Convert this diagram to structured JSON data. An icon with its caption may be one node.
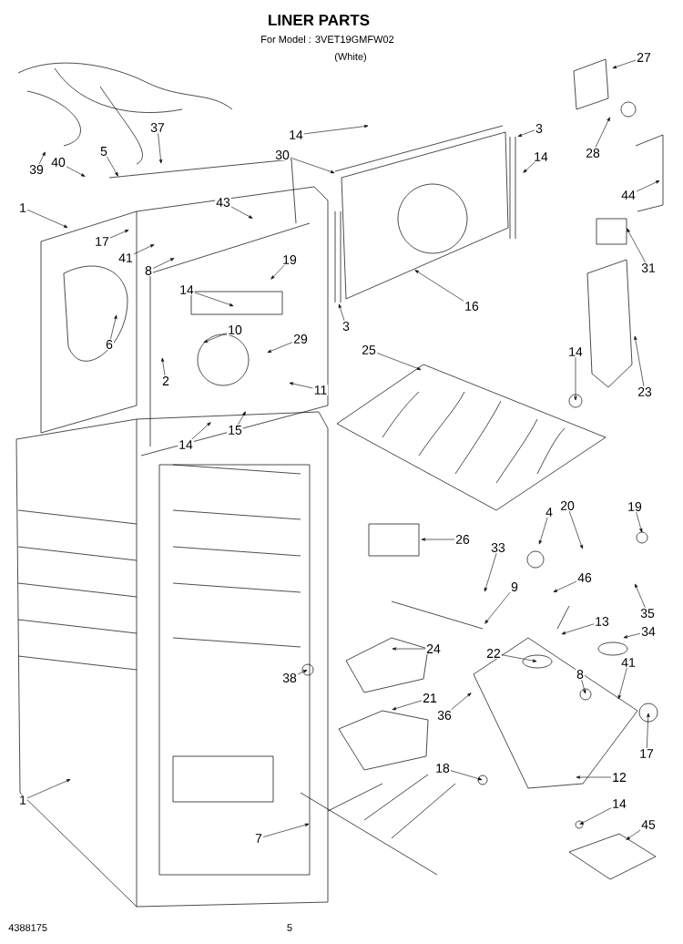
{
  "diagram": {
    "title": "LINER PARTS",
    "nodes": [
      {
        "text": [
          "27"
        ]
      },
      {
        "text": [
          "14"
        ]
      },
      {
        "text": [
          "3"
        ]
      },
      {
        "text": [
          "14"
        ]
      },
      {
        "text": [
          "28"
        ]
      },
      {
        "text": [
          "30"
        ]
      },
      {
        "text": [
          "37"
        ]
      },
      {
        "text": [
          "39"
        ]
      },
      {
        "text": [
          "40"
        ]
      },
      {
        "text": [
          "5"
        ]
      },
      {
        "text": [
          "1"
        ]
      },
      {
        "text": [
          "43"
        ]
      },
      {
        "text": [
          "44"
        ]
      },
      {
        "text": [
          "17"
        ]
      },
      {
        "text": [
          "41"
        ]
      },
      {
        "text": [
          "8"
        ]
      },
      {
        "text": [
          "19"
        ]
      },
      {
        "text": [
          "31"
        ]
      },
      {
        "text": [
          "14"
        ]
      },
      {
        "text": [
          "16"
        ]
      },
      {
        "text": [
          "3"
        ]
      },
      {
        "text": [
          "10"
        ]
      },
      {
        "text": [
          "29"
        ]
      },
      {
        "text": [
          "6"
        ]
      },
      {
        "text": [
          "25"
        ]
      },
      {
        "text": [
          "14"
        ]
      },
      {
        "text": [
          "2"
        ]
      },
      {
        "text": [
          "11"
        ]
      },
      {
        "text": [
          "23"
        ]
      },
      {
        "text": [
          "15"
        ]
      },
      {
        "text": [
          "14"
        ]
      },
      {
        "text": [
          "19"
        ]
      },
      {
        "text": [
          "20"
        ]
      },
      {
        "text": [
          "4"
        ]
      },
      {
        "text": [
          "26"
        ]
      },
      {
        "text": [
          "33"
        ]
      },
      {
        "text": [
          "9"
        ]
      },
      {
        "text": [
          "46"
        ]
      },
      {
        "text": [
          "35"
        ]
      },
      {
        "text": [
          "13"
        ]
      },
      {
        "text": [
          "34"
        ]
      },
      {
        "text": [
          "24"
        ]
      },
      {
        "text": [
          "22"
        ]
      },
      {
        "text": [
          "38"
        ]
      },
      {
        "text": [
          "8"
        ]
      },
      {
        "text": [
          "41"
        ]
      },
      {
        "text": [
          "21"
        ]
      },
      {
        "text": [
          "36"
        ]
      },
      {
        "text": [
          "17"
        ]
      },
      {
        "text": [
          "18"
        ]
      },
      {
        "text": [
          "12"
        ]
      },
      {
        "text": [
          "1"
        ]
      },
      {
        "text": [
          "14"
        ]
      },
      {
        "text": [
          "45"
        ]
      },
      {
        "text": [
          "7"
        ]
      }
    ],
    "edges": [
      {
        "from": 0,
        "to": null,
        "arrow": "to"
      },
      {
        "from": 1,
        "to": null,
        "arrow": "to"
      },
      {
        "from": 2,
        "to": null,
        "arrow": "to"
      },
      {
        "from": 3,
        "to": null,
        "arrow": "to"
      },
      {
        "from": 4,
        "to": null,
        "arrow": "to"
      },
      {
        "from": 5,
        "to": null,
        "arrow": "to"
      },
      {
        "from": 6,
        "to": null,
        "arrow": "to"
      },
      {
        "from": 7,
        "to": null,
        "arrow": "to"
      },
      {
        "from": 8,
        "to": null,
        "arrow": "to"
      },
      {
        "from": 9,
        "to": null,
        "arrow": "to"
      },
      {
        "from": 10,
        "to": null,
        "arrow": "to"
      },
      {
        "from": 11,
        "to": null,
        "arrow": "to"
      },
      {
        "from": 12,
        "to": null,
        "arrow": "to"
      },
      {
        "from": 13,
        "to": null,
        "arrow": "to"
      },
      {
        "from": 14,
        "to": null,
        "arrow": "to"
      },
      {
        "from": 15,
        "to": null,
        "arrow": "to"
      },
      {
        "from": 16,
        "to": null,
        "arrow": "to"
      },
      {
        "from": 17,
        "to": null,
        "arrow": "to"
      },
      {
        "from": 18,
        "to": null,
        "arrow": "to"
      },
      {
        "from": 19,
        "to": null,
        "arrow": "to"
      },
      {
        "from": 20,
        "to": null,
        "arrow": "to"
      },
      {
        "from": 21,
        "to": null,
        "arrow": "to"
      },
      {
        "from": 22,
        "to": null,
        "arrow": "to"
      },
      {
        "from": 23,
        "to": null,
        "arrow": "to"
      },
      {
        "from": 24,
        "to": null,
        "arrow": "to"
      },
      {
        "from": 25,
        "to": null,
        "arrow": "to"
      },
      {
        "from": 26,
        "to": null,
        "arrow": "to"
      },
      {
        "from": 27,
        "to": null,
        "arrow": "to"
      },
      {
        "from": 28,
        "to": null,
        "arrow": "to"
      },
      {
        "from": 29,
        "to": null,
        "arrow": "to"
      },
      {
        "from": 30,
        "to": null,
        "arrow": "to"
      },
      {
        "from": 31,
        "to": null,
        "arrow": "to"
      },
      {
        "from": 32,
        "to": null,
        "arrow": "to"
      },
      {
        "from": 33,
        "to": null,
        "arrow": "to"
      },
      {
        "from": 34,
        "to": null,
        "arrow": "to"
      },
      {
        "from": 35,
        "to": null,
        "arrow": "to"
      },
      {
        "from": 36,
        "to": null,
        "arrow": "to"
      },
      {
        "from": 37,
        "to": null,
        "arrow": "to"
      },
      {
        "from": 38,
        "to": null,
        "arrow": "to"
      },
      {
        "from": 39,
        "to": null,
        "arrow": "to"
      },
      {
        "from": 40,
        "to": null,
        "arrow": "to"
      },
      {
        "from": 41,
        "to": null,
        "arrow": "to"
      },
      {
        "from": 42,
        "to": null,
        "arrow": "to"
      },
      {
        "from": 43,
        "to": null,
        "arrow": "to"
      },
      {
        "from": 44,
        "to": null,
        "arrow": "to"
      },
      {
        "from": 45,
        "to": null,
        "arrow": "to"
      },
      {
        "from": 46,
        "to": null,
        "arrow": "to"
      },
      {
        "from": 47,
        "to": null,
        "arrow": "to"
      },
      {
        "from": 48,
        "to": null,
        "arrow": "to"
      },
      {
        "from": 49,
        "to": null,
        "arrow": "to"
      },
      {
        "from": 50,
        "to": null,
        "arrow": "to"
      },
      {
        "from": 51,
        "to": null,
        "arrow": "to"
      },
      {
        "from": 52,
        "to": null,
        "arrow": "to"
      },
      {
        "from": 53,
        "to": null,
        "arrow": "to"
      },
      {
        "from": 54,
        "to": null,
        "arrow": "to"
      }
    ],
    "labels": [
      "For Model : 3VET19GMFW02",
      "(White)",
      "4388175",
      "5"
    ]
  }
}
